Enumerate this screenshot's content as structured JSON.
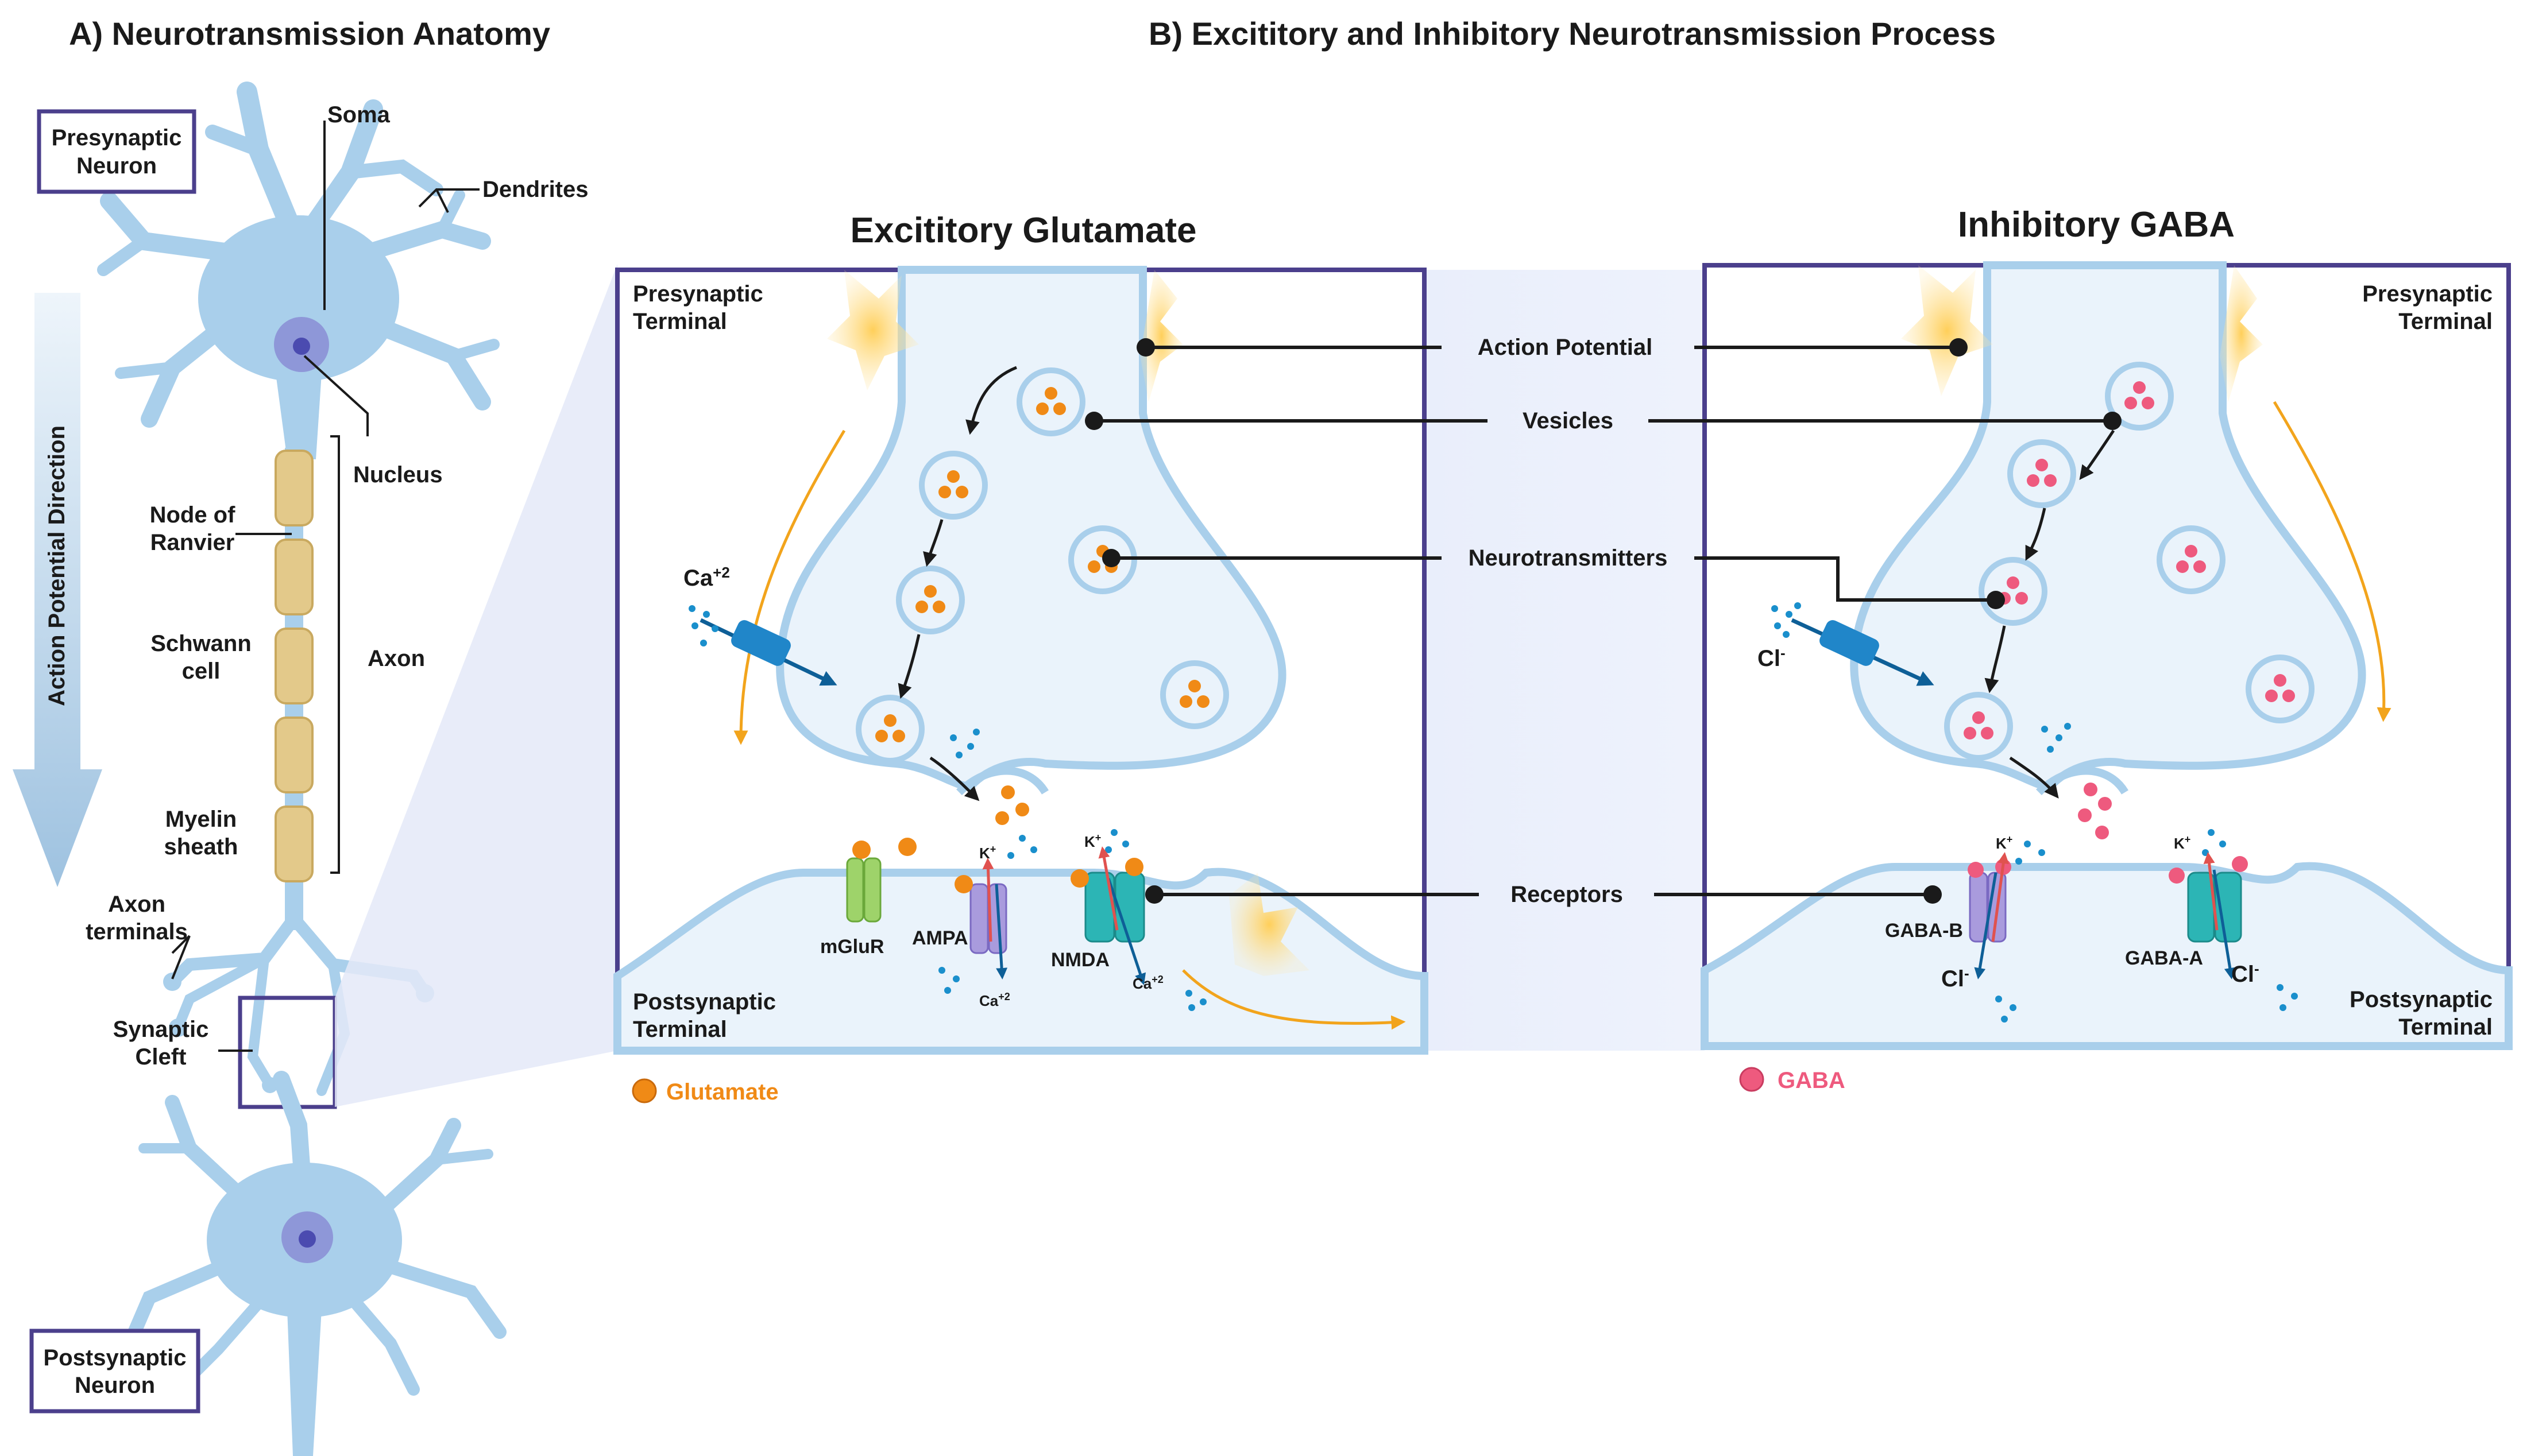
{
  "panel_a": {
    "title": "A) Neurotransmission Anatomy",
    "presynaptic_neuron": [
      "Presynaptic",
      "Neuron"
    ],
    "postsynaptic_neuron": [
      "Postsynaptic",
      "Neuron"
    ],
    "direction_label": "Action Potential Direction",
    "labels": {
      "soma": "Soma",
      "dendrites": "Dendrites",
      "nucleus": "Nucleus",
      "node_of_ranvier": [
        "Node of",
        "Ranvier"
      ],
      "schwann_cell": [
        "Schwann",
        "cell"
      ],
      "axon": "Axon",
      "myelin_sheath": [
        "Myelin",
        "sheath"
      ],
      "axon_terminals": [
        "Axon",
        "terminals"
      ],
      "synaptic_cleft": [
        "Synaptic",
        "Cleft"
      ]
    }
  },
  "panel_b": {
    "title": "B) Excititory and Inhibitory Neurotransmission Process",
    "excitatory": {
      "title": "Excititory Glutamate",
      "presynaptic_terminal": [
        "Presynaptic",
        "Terminal"
      ],
      "postsynaptic_terminal": [
        "Postsynaptic",
        "Terminal"
      ],
      "ion_in": "Ca",
      "ion_in_sup": "+2",
      "receptors": [
        "mGluR",
        "AMPA",
        "NMDA"
      ],
      "k_label": "K",
      "k_sup": "+",
      "ca_label": "Ca",
      "ca_sup": "+2",
      "legend": "Glutamate",
      "color": "#f08a16"
    },
    "inhibitory": {
      "title": "Inhibitory GABA",
      "presynaptic_terminal": [
        "Presynaptic",
        "Terminal"
      ],
      "postsynaptic_terminal": [
        "Postsynaptic",
        "Terminal"
      ],
      "ion_in": "Cl",
      "ion_in_sup": "-",
      "receptors": [
        "GABA-B",
        "GABA-A"
      ],
      "k_label": "K",
      "k_sup": "+",
      "cl_label": "Cl",
      "cl_sup": "-",
      "legend": "GABA",
      "color": "#ee5a7e"
    },
    "center_labels": {
      "action_potential": "Action Potential",
      "vesicles": "Vesicles",
      "neurotransmitters": "Neurotransmitters",
      "receptors": "Receptors"
    }
  },
  "colors": {
    "neuron": "#a9cfeb",
    "neuron_outline": "#7fb2d8",
    "box_border": "#4b3f8c",
    "myelin": "#e3c98a",
    "ion_dots": "#1a8fcc",
    "channel": "#2086c9"
  }
}
